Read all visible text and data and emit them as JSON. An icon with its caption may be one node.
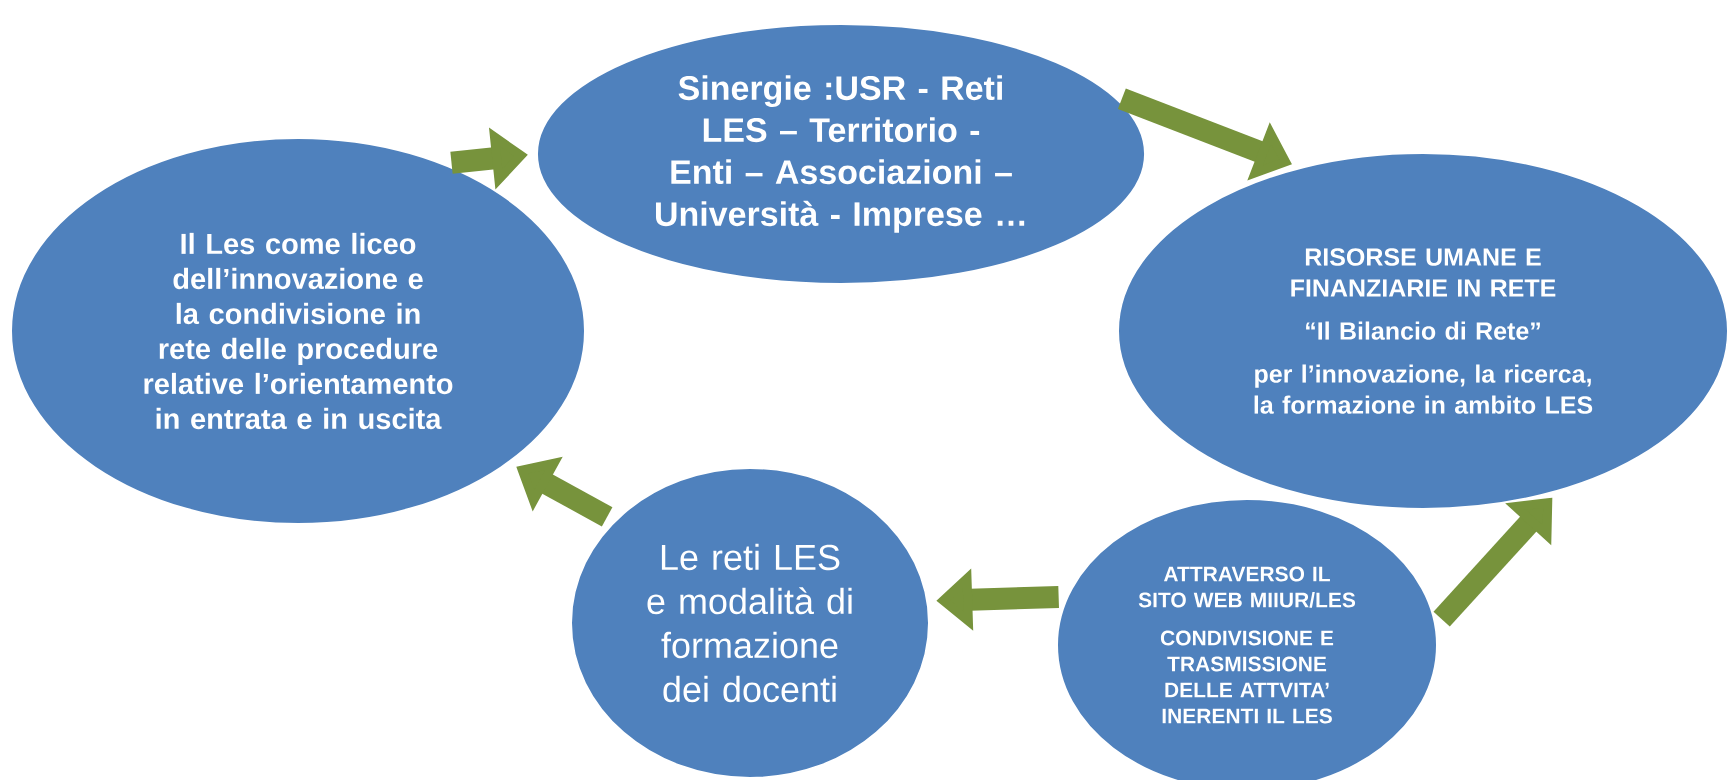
{
  "diagram": {
    "nodes": [
      {
        "text": [
          "Sinergie :USR - Reti LES – Territorio - Enti – Associazioni – Università - Imprese …"
        ]
      },
      {
        "text": [
          "Il Les come liceo dell’innovazione e la condivisione in rete delle procedure relative l’orientamento in entrata e in uscita"
        ]
      },
      {
        "text": [
          "RISORSE UMANE E FINANZIARIE IN RETE",
          "“Il Bilancio di Rete”",
          "per l’innovazione, la ricerca, la formazione in ambito LES"
        ]
      },
      {
        "text": [
          "Le reti LES e modalità di formazione dei docenti"
        ]
      },
      {
        "text": [
          "ATTRAVERSO IL SITO WEB MIIUR/LES",
          "CONDIVISIONE E TRASMISSIONE DELLE ATTVITA’ INERENTI IL LES"
        ]
      }
    ],
    "edges": [
      {
        "from": 1,
        "to": 0,
        "arrow": "to"
      },
      {
        "from": 0,
        "to": 2,
        "arrow": "to"
      },
      {
        "from": 4,
        "to": 2,
        "arrow": "to"
      },
      {
        "from": 4,
        "to": 3,
        "arrow": "to"
      },
      {
        "from": 3,
        "to": 1,
        "arrow": "to"
      }
    ]
  }
}
